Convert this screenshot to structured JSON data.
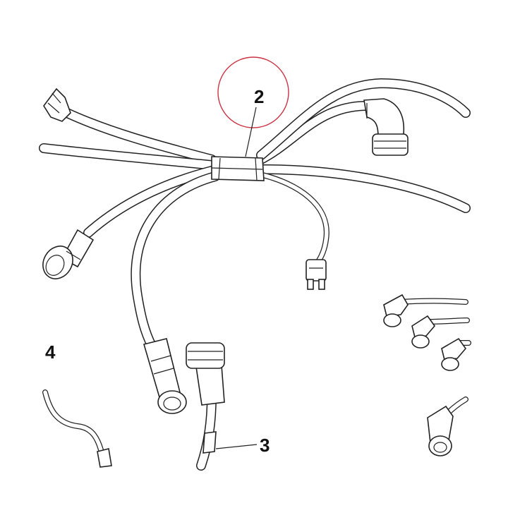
{
  "callouts": {
    "item_2": "2",
    "item_3": "3",
    "item_4": "4"
  },
  "highlight": {
    "color": "#cc3344",
    "target": "2"
  },
  "line_color": "#222222"
}
